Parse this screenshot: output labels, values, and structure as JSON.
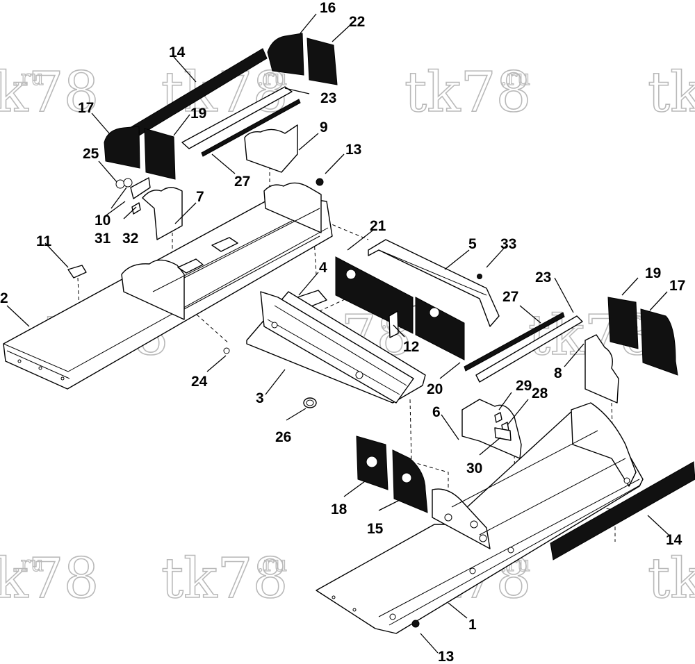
{
  "watermark": {
    "main": "tk78",
    "suffix": ".ru"
  },
  "callouts": {
    "c1": "1",
    "c2": "2",
    "c3": "3",
    "c4": "4",
    "c5": "5",
    "c6": "6",
    "c7": "7",
    "c8": "8",
    "c9": "9",
    "c10": "10",
    "c11": "11",
    "c12": "12",
    "c13a": "13",
    "c13b": "13",
    "c14a": "14",
    "c14b": "14",
    "c15": "15",
    "c16": "16",
    "c17a": "17",
    "c17b": "17",
    "c18": "18",
    "c19a": "19",
    "c19b": "19",
    "c20": "20",
    "c21": "21",
    "c22": "22",
    "c23a": "23",
    "c23b": "23",
    "c24": "24",
    "c25": "25",
    "c26": "26",
    "c27a": "27",
    "c27b": "27",
    "c28": "28",
    "c29": "29",
    "c30": "30",
    "c31": "31",
    "c32": "32",
    "c33": "33"
  }
}
